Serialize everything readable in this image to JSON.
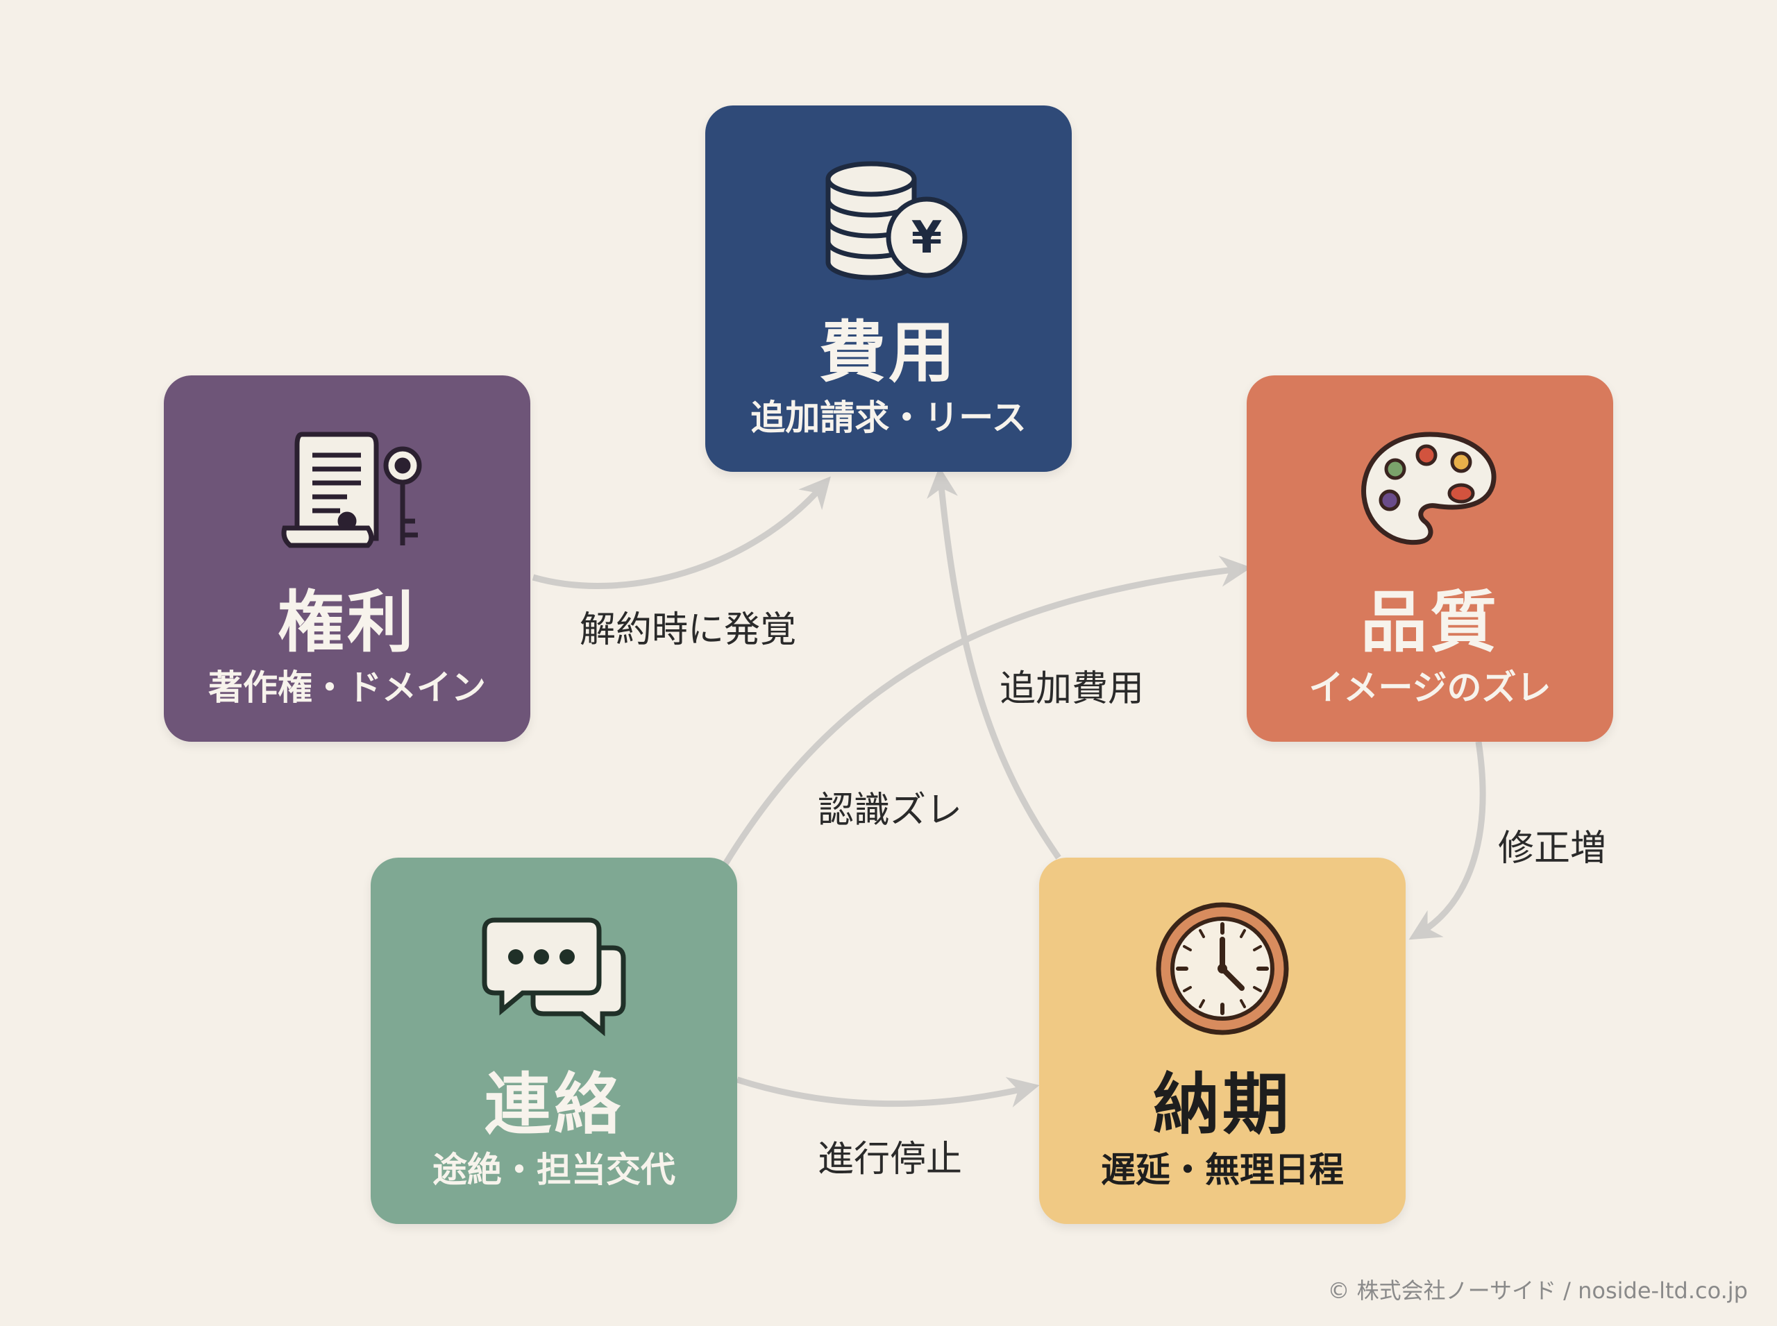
{
  "nodes": {
    "cost": {
      "title": "費用",
      "subtitle": "追加請求・リース",
      "color": "#2f4a78",
      "icon": "coins-yen-icon"
    },
    "rights": {
      "title": "権利",
      "subtitle": "著作権・ドメイン",
      "color": "#6e5578",
      "icon": "document-key-icon"
    },
    "quality": {
      "title": "品質",
      "subtitle": "イメージのズレ",
      "color": "#d87a5c",
      "icon": "palette-icon"
    },
    "contact": {
      "title": "連絡",
      "subtitle": "途絶・担当交代",
      "color": "#7fa893",
      "icon": "chat-bubbles-icon"
    },
    "delivery": {
      "title": "納期",
      "subtitle": "遅延・無理日程",
      "color": "#f0c984",
      "icon": "clock-icon"
    }
  },
  "edges": [
    {
      "from": "rights",
      "to": "cost",
      "label": "解約時に発覚"
    },
    {
      "from": "delivery",
      "to": "cost",
      "label": "追加費用"
    },
    {
      "from": "contact",
      "to": "quality",
      "label": "認識ズレ"
    },
    {
      "from": "quality",
      "to": "delivery",
      "label": "修正増"
    },
    {
      "from": "contact",
      "to": "delivery",
      "label": "進行停止"
    }
  ],
  "footer": {
    "copyright": "© 株式会社ノーサイド / noside-ltd.co.jp"
  },
  "colors": {
    "background": "#f5f0e8",
    "arrow": "#cfcdca"
  }
}
